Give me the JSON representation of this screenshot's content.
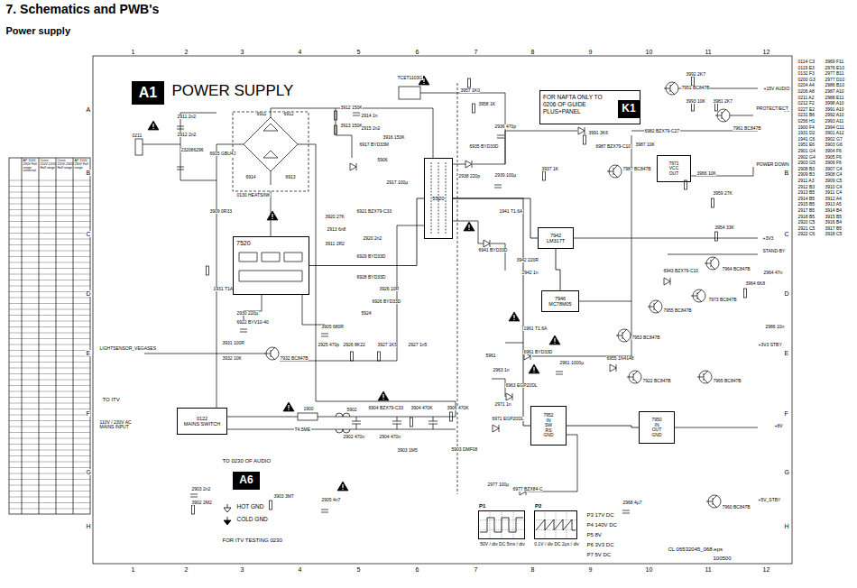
{
  "diagram": {
    "title": "7. Schematics and PWB's",
    "nodes": [
      {
        "text": [
          "A1"
        ]
      },
      {
        "text": [
          "FOR NAFTA ONLY TO 0206 OF GUIDE PLUS+PANEL"
        ]
      },
      {
        "text": [
          "K1"
        ],
        "in": 1
      },
      {
        "text": [
          "A6"
        ]
      },
      {
        "text": [
          "7520"
        ]
      },
      {
        "text": [
          "5520"
        ]
      },
      {
        "text": [
          "7942",
          "LM317T"
        ]
      },
      {
        "text": [
          "7946",
          "MC78M05"
        ]
      },
      {
        "text": [
          "7950",
          "IN",
          "OUT",
          "GND"
        ]
      },
      {
        "text": [
          "7952",
          "IN",
          "SW",
          "RS",
          "GND"
        ]
      },
      {
        "text": [
          "7971",
          "VCC",
          "OUT"
        ]
      },
      {
        "text": [
          "0122",
          "MAINS SWITCH"
        ]
      },
      {
        "text": [
          "P1",
          "50V / div DC 5ms / div"
        ]
      },
      {
        "text": [
          "P2",
          "0.1V / div DC 2µs / div"
        ]
      }
    ],
    "edges": [
      {
        "from": 4,
        "to": 5,
        "arrow": "none"
      },
      {
        "from": 5,
        "to": 6,
        "arrow": "none"
      },
      {
        "from": 5,
        "to": 9,
        "arrow": "none"
      },
      {
        "from": 9,
        "to": 8,
        "arrow": "none"
      },
      {
        "from": 6,
        "to": 7,
        "arrow": "none"
      }
    ],
    "labels": [
      "Power supply",
      "POWER SUPPLY",
      "1",
      "2",
      "3",
      "4",
      "5",
      "6",
      "7",
      "8",
      "9",
      "10",
      "11",
      "12",
      "1",
      "2",
      "3",
      "4",
      "5",
      "6",
      "7",
      "8",
      "9",
      "10",
      "11",
      "12",
      "A",
      "B",
      "C",
      "D",
      "E",
      "F",
      "G",
      "H",
      "A",
      "B",
      "C",
      "D",
      "E",
      "F",
      "G",
      "H",
      "0211",
      "2911 2n2",
      "2912 2n2",
      "232086296",
      "6915 GBU4J",
      "6911",
      "6912",
      "6914",
      "6913",
      "0130 HEATSINK",
      "3912 150K",
      "3913 150K",
      "3909 0R33",
      "2914 1n",
      "2915 2n2",
      "6917 BYD33M",
      "5906",
      "3916 150K",
      "2917 100µ",
      "1931 T1A",
      "2930 220µ",
      "6922 BYV10-40",
      "3931 100R",
      "7932 BC847B",
      "3932 10K",
      "LIGHTSENSOR_VEGASES",
      "3905 680R",
      "2925 470p",
      "2926 8K22",
      "5924",
      "3926 10R",
      "6926 BYD33D",
      "6928 BYD33D",
      "6929 BYD33D",
      "2927 1n5",
      "3927 1K5",
      "2920 2n2",
      "3920 27K",
      "2913 6n8",
      "6921 BZX79-C33",
      "3911 2R2",
      "TCET1103G",
      "3957 1K0",
      "3958 1K",
      "6935 BYD33D",
      "2936 470p",
      "2938 220p",
      "2939 100µ",
      "3937 1K",
      "1941 T1.6A",
      "6941 BYD33D",
      "3942 220R",
      "2942 1n",
      "5961",
      "1961 T1.6A",
      "6961 BYD33D",
      "2963 1n",
      "6963 EGP20DL",
      "2961 1000µ",
      "6971 EGP20DL",
      "2971 1n",
      "2977 100µ",
      "6977 BZX84-C",
      "2968 4µ7",
      "6982 BZX79-C27",
      "3991 3K6",
      "3992 2K7",
      "3993 10K",
      "7951 BC847B",
      "6987 BZX79-C10",
      "3987 10K",
      "7987 BC847B",
      "3981 2K7",
      "7961 BC847B",
      "+15V AUDIO",
      "PROTECT/ECT",
      "POWER DOWN",
      "+3V3",
      "STAND-BY",
      "+5V_STBY",
      "+3V3 STBY",
      "+8V",
      "7964 BC847B",
      "7955 BC847B",
      "7973 BC847B",
      "7953 BC847B",
      "7965 BC847B",
      "7922 BC847B",
      "7960 BC847B",
      "6943 BZX79-C10",
      "6955 1N4148",
      "2986 10n",
      "3959 27K",
      "3966 10K",
      "3964 6K8",
      "2964 47n",
      "3954 33K",
      "3902 2M2",
      "2903 2n2",
      "3903 3M7",
      "2905 4n7",
      "TO 0230 OF AUDIO",
      "FOR ITV TESTING 0230",
      "TO ITV",
      "110V / 230V AC MAINS INPUT",
      "1900",
      "T4.5ME",
      "5902",
      "2902 470n",
      "2904 470n",
      "6904 BZX79-C33",
      "3904 470K",
      "3906 470K",
      "5903 DMF08",
      "3903 1M5",
      "P3 17V DC",
      "P4 140V DC",
      "P5 8V",
      "P6 3V3 DC",
      "P7 5V DC",
      "CL 06532045_068.eps",
      "100500",
      "AP 110V-230V Full range universal",
      "Crisis 110V-120V Half range",
      "Crisis 220V-240V Half range",
      "AP 110V-230V Full range",
      "0114 C3",
      "0119 E3",
      "0132 F3",
      "0200 G3",
      "0204 A4",
      "0206 A8",
      "0211 A2",
      "0212 F2",
      "0227 E2",
      "0231 B6",
      "0256 H1",
      "1900 F4",
      "1931 D2",
      "1941 C6",
      "1951 E6",
      "2901 G4",
      "2902 G4",
      "2903 G5",
      "2908 B3",
      "2909 B3",
      "2911 A3",
      "2912 B3",
      "2913 B5",
      "2914 B5",
      "2915 B5",
      "2917 B5",
      "2918 B5",
      "2920 C5",
      "2921 C5",
      "2922 C6",
      "3969 F11",
      "2976 E10",
      "2977 B11",
      "2977 D10",
      "2986 B10",
      "2987 A10",
      "2988 E11",
      "3998 A10",
      "3991 A10",
      "2992 A10",
      "2993 A11",
      "2994 C11",
      "3901 A12",
      "3902 G7",
      "3903 G6",
      "3904 F6",
      "3905 F6",
      "3906 F6",
      "3907 C4",
      "3908 C4",
      "3909 C5",
      "3910 C4",
      "3911 C4",
      "3912 A4",
      "3913 A5",
      "3914 B4",
      "3915 B5",
      "3916 B4",
      "3917 B5",
      "3918 C5"
    ],
    "legend": [
      {
        "text": "HOT GND"
      },
      {
        "text": "COLD GND"
      }
    ]
  }
}
